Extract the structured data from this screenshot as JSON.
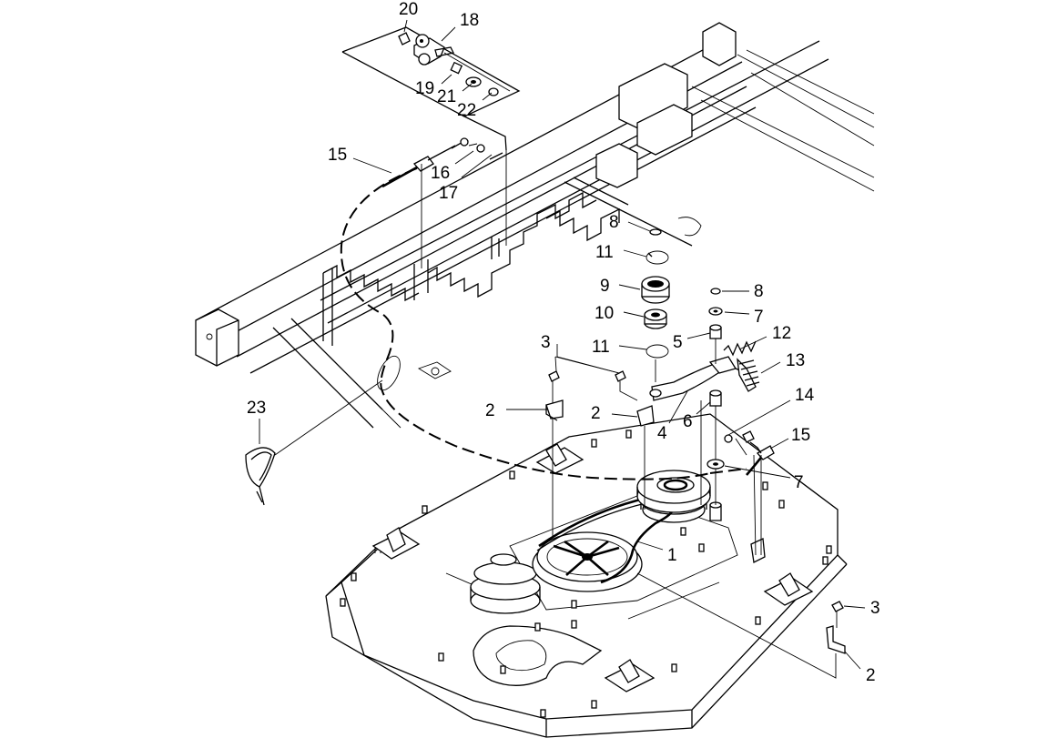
{
  "callouts": [
    {
      "id": "c20",
      "text": "20"
    },
    {
      "id": "c18",
      "text": "18"
    },
    {
      "id": "c19",
      "text": "19"
    },
    {
      "id": "c21",
      "text": "21"
    },
    {
      "id": "c22",
      "text": "22"
    },
    {
      "id": "c15a",
      "text": "15"
    },
    {
      "id": "c16",
      "text": "16"
    },
    {
      "id": "c17",
      "text": "17"
    },
    {
      "id": "c8a",
      "text": "8"
    },
    {
      "id": "c11a",
      "text": "11"
    },
    {
      "id": "c9",
      "text": "9"
    },
    {
      "id": "c10",
      "text": "10"
    },
    {
      "id": "c11b",
      "text": "11"
    },
    {
      "id": "c8b",
      "text": "8"
    },
    {
      "id": "c7a",
      "text": "7"
    },
    {
      "id": "c5",
      "text": "5"
    },
    {
      "id": "c12",
      "text": "12"
    },
    {
      "id": "c13",
      "text": "13"
    },
    {
      "id": "c3a",
      "text": "3"
    },
    {
      "id": "c2a",
      "text": "2"
    },
    {
      "id": "c2b",
      "text": "2"
    },
    {
      "id": "c4",
      "text": "4"
    },
    {
      "id": "c6",
      "text": "6"
    },
    {
      "id": "c14",
      "text": "14"
    },
    {
      "id": "c15b",
      "text": "15"
    },
    {
      "id": "c7b",
      "text": "7"
    },
    {
      "id": "c23",
      "text": "23"
    },
    {
      "id": "c1",
      "text": "1"
    },
    {
      "id": "c3b",
      "text": "3"
    },
    {
      "id": "c2c",
      "text": "2"
    }
  ]
}
